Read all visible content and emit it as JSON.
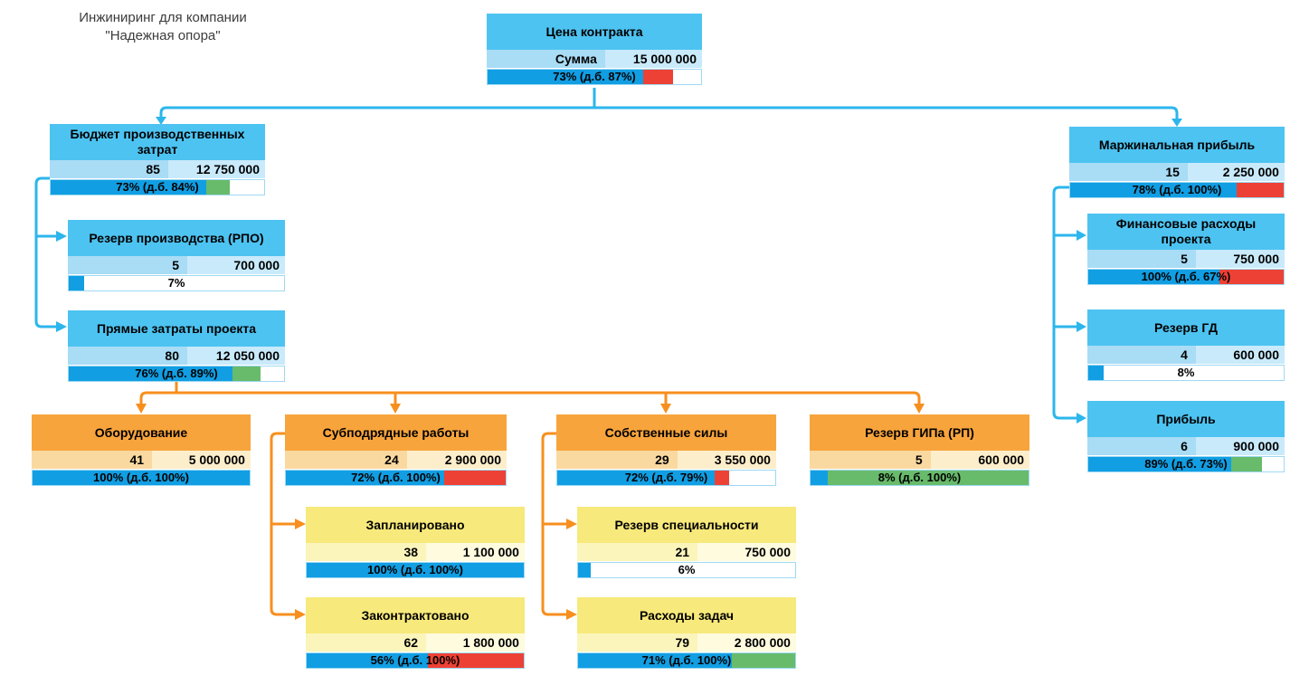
{
  "page_title": {
    "line1": "Инжиниринг для компании",
    "line2": "\"Надежная опора\""
  },
  "colors": {
    "node_blue_header": "#4dc3f1",
    "node_orange_header": "#f8a43c",
    "node_yellow_header": "#f7e97b",
    "connector_cyan": "#2cb6ec",
    "connector_orange": "#f78f1e",
    "progress": {
      "blue": "#119ee3",
      "red": "#ee4135",
      "green": "#68bb6b",
      "white": "#ffffff"
    }
  },
  "nodes": {
    "contract": {
      "title": "Цена контракта",
      "left_value": "Сумма",
      "amount": "15 000 000",
      "progress": "73% (д.б. 87%)",
      "segments": [
        {
          "color": "blue",
          "pct": 73
        },
        {
          "color": "red",
          "pct": 14
        },
        {
          "color": "white",
          "pct": 13
        }
      ]
    },
    "budget_prod": {
      "title": "Бюджет производственных затрат",
      "left_value": "85",
      "amount": "12 750 000",
      "progress": "73% (д.б. 84%)",
      "segments": [
        {
          "color": "blue",
          "pct": 73
        },
        {
          "color": "green",
          "pct": 11
        },
        {
          "color": "white",
          "pct": 16
        }
      ]
    },
    "reserve_rpo": {
      "title": "Резерв производства (РПО)",
      "left_value": "5",
      "amount": "700 000",
      "progress": "7%",
      "segments": [
        {
          "color": "blue",
          "pct": 7
        },
        {
          "color": "white",
          "pct": 93
        }
      ]
    },
    "direct_costs": {
      "title": "Прямые затраты проекта",
      "left_value": "80",
      "amount": "12 050 000",
      "progress": "76% (д.б. 89%)",
      "segments": [
        {
          "color": "blue",
          "pct": 76
        },
        {
          "color": "green",
          "pct": 13
        },
        {
          "color": "white",
          "pct": 11
        }
      ]
    },
    "equipment": {
      "title": "Оборудование",
      "left_value": "41",
      "amount": "5 000 000",
      "progress": "100% (д.б. 100%)",
      "segments": [
        {
          "color": "blue",
          "pct": 100
        }
      ]
    },
    "subcontract": {
      "title": "Субподрядные работы",
      "left_value": "24",
      "amount": "2 900 000",
      "progress": "72% (д.б. 100%)",
      "segments": [
        {
          "color": "blue",
          "pct": 72
        },
        {
          "color": "red",
          "pct": 28
        }
      ]
    },
    "own_forces": {
      "title": "Собственные силы",
      "left_value": "29",
      "amount": "3 550 000",
      "progress": "72% (д.б. 79%)",
      "segments": [
        {
          "color": "blue",
          "pct": 72
        },
        {
          "color": "red",
          "pct": 7
        },
        {
          "color": "white",
          "pct": 21
        }
      ]
    },
    "reserve_gip": {
      "title": "Резерв ГИПа (РП)",
      "left_value": "5",
      "amount": "600 000",
      "progress": "8% (д.б. 100%)",
      "segments": [
        {
          "color": "blue",
          "pct": 8
        },
        {
          "color": "green",
          "pct": 92
        }
      ]
    },
    "planned": {
      "title": "Запланировано",
      "left_value": "38",
      "amount": "1 100 000",
      "progress": "100% (д.б. 100%)",
      "segments": [
        {
          "color": "blue",
          "pct": 100
        }
      ]
    },
    "contracted": {
      "title": "Законтрактовано",
      "left_value": "62",
      "amount": "1 800 000",
      "progress": "56% (д.б. 100%)",
      "segments": [
        {
          "color": "blue",
          "pct": 56
        },
        {
          "color": "red",
          "pct": 44
        }
      ]
    },
    "reserve_spec": {
      "title": "Резерв специальности",
      "left_value": "21",
      "amount": "750 000",
      "progress": "6%",
      "segments": [
        {
          "color": "blue",
          "pct": 6
        },
        {
          "color": "white",
          "pct": 94
        }
      ]
    },
    "task_costs": {
      "title": "Расходы задач",
      "left_value": "79",
      "amount": "2 800 000",
      "progress": "71% (д.б. 100%)",
      "segments": [
        {
          "color": "blue",
          "pct": 71
        },
        {
          "color": "green",
          "pct": 29
        }
      ]
    },
    "margin": {
      "title": "Маржинальная прибыль",
      "left_value": "15",
      "amount": "2 250 000",
      "progress": "78% (д.б. 100%)",
      "segments": [
        {
          "color": "blue",
          "pct": 78
        },
        {
          "color": "red",
          "pct": 22
        }
      ]
    },
    "fin_costs": {
      "title": "Финансовые расходы проекта",
      "left_value": "5",
      "amount": "750 000",
      "progress": "100% (д.б. 67%)",
      "segments": [
        {
          "color": "blue",
          "pct": 67
        },
        {
          "color": "red",
          "pct": 33
        }
      ]
    },
    "reserve_gd": {
      "title": "Резерв ГД",
      "left_value": "4",
      "amount": "600 000",
      "progress": "8%",
      "segments": [
        {
          "color": "blue",
          "pct": 8
        },
        {
          "color": "white",
          "pct": 92
        }
      ]
    },
    "profit": {
      "title": "Прибыль",
      "left_value": "6",
      "amount": "900 000",
      "progress": "89% (д.б. 73%)",
      "segments": [
        {
          "color": "blue",
          "pct": 73
        },
        {
          "color": "green",
          "pct": 16
        },
        {
          "color": "white",
          "pct": 11
        }
      ]
    }
  }
}
